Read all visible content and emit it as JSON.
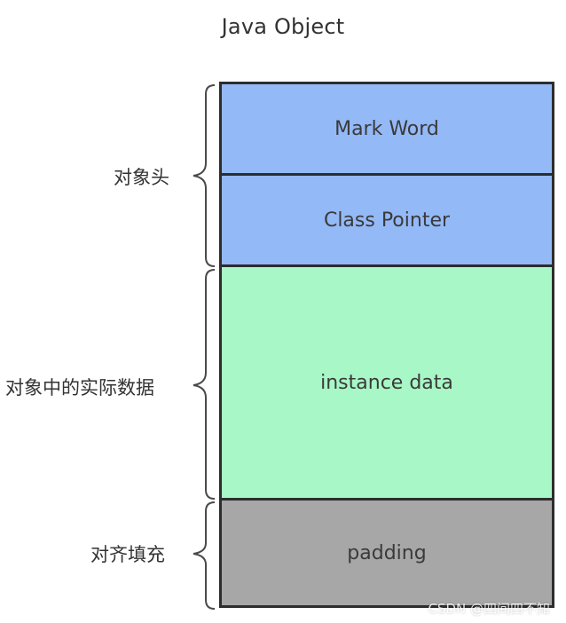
{
  "diagram": {
    "title": "Java Object",
    "blocks": [
      {
        "label": "Mark Word",
        "color": "#94b9f7"
      },
      {
        "label": "Class Pointer",
        "color": "#94b9f7"
      },
      {
        "label": "instance data",
        "color": "#a8f7c6"
      },
      {
        "label": "padding",
        "color": "#a7a7a7"
      }
    ],
    "groups": [
      {
        "label": "对象头"
      },
      {
        "label": "对象中的实际数据"
      },
      {
        "label": "对齐填充"
      }
    ],
    "watermark": "CSDN @四间四不知"
  }
}
